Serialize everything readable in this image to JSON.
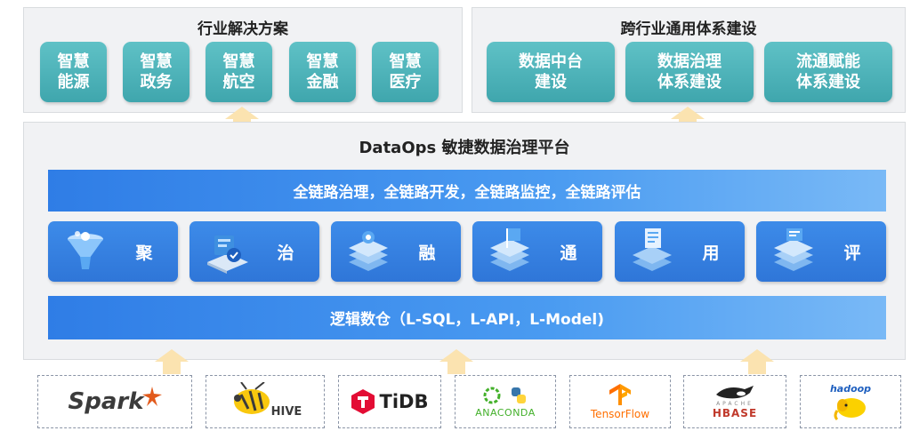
{
  "industry": {
    "title": "行业解决方案",
    "items": [
      {
        "line1": "智慧",
        "line2": "能源"
      },
      {
        "line1": "智慧",
        "line2": "政务"
      },
      {
        "line1": "智慧",
        "line2": "航空"
      },
      {
        "line1": "智慧",
        "line2": "金融"
      },
      {
        "line1": "智慧",
        "line2": "医疗"
      }
    ]
  },
  "cross": {
    "title": "跨行业通用体系建设",
    "items": [
      {
        "line1": "数据中台",
        "line2": "建设"
      },
      {
        "line1": "数据治理",
        "line2": "体系建设"
      },
      {
        "line1": "流通赋能",
        "line2": "体系建设"
      }
    ]
  },
  "platform": {
    "title": "DataOps 敏捷数据治理平台",
    "top_bar": "全链路治理，全链路开发，全链路监控，全链路评估",
    "bottom_bar": "逻辑数仓（L-SQL，L-API，L-Model)",
    "capabilities": [
      "聚",
      "治",
      "融",
      "通",
      "用",
      "评"
    ]
  },
  "sources": {
    "spark": "Spark",
    "hive": "HIVE",
    "tidb": "TiDB",
    "anaconda": "ANACONDA",
    "tensorflow": "TensorFlow",
    "hbase": "HBASE",
    "hbase_top": "APACHE",
    "hadoop": "hadoop"
  },
  "colors": {
    "teal": "#4fb4ba",
    "blue": "#2f7de6",
    "arrow": "#fbe3b0"
  }
}
